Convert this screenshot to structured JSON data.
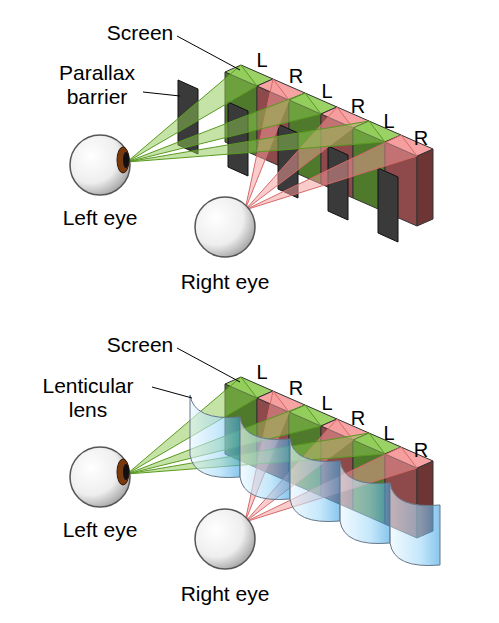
{
  "diagram": {
    "labels": [
      "Screen",
      "L",
      "R",
      "L",
      "R",
      "L",
      "R",
      "Parallax barrier",
      "Left eye",
      "Right eye",
      "Screen",
      "L",
      "R",
      "L",
      "R",
      "L",
      "R",
      "Lenticular lens",
      "Left eye",
      "Right eye"
    ]
  }
}
